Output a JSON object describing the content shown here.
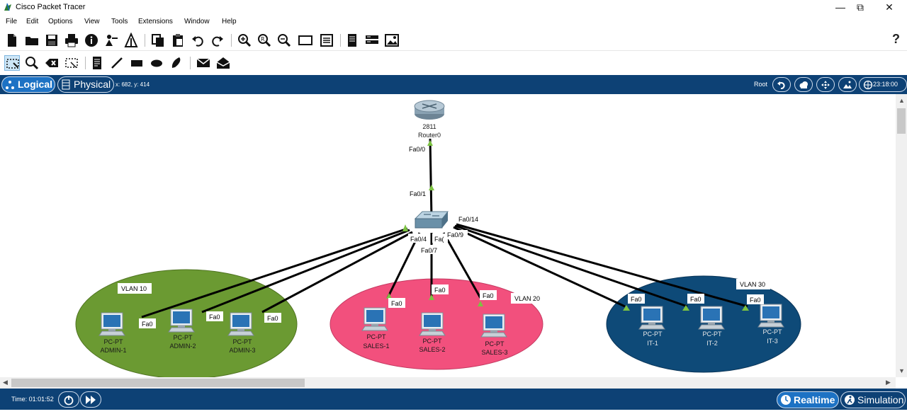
{
  "window": {
    "title": "Cisco Packet Tracer",
    "minimize": "—",
    "restore": "⧉",
    "close": "✕"
  },
  "menu": [
    "File",
    "Edit",
    "Options",
    "View",
    "Tools",
    "Extensions",
    "Window",
    "Help"
  ],
  "toolbar": {
    "help": "?"
  },
  "viewbar": {
    "logical_label": "Logical",
    "physical_label": "Physical",
    "coords": "x: 682, y: 414",
    "root_label": "Root",
    "clock": "23:18:00"
  },
  "topology": {
    "router": {
      "model": "2811",
      "name": "Router0"
    },
    "router_port": "Fa0/0",
    "switch_uplink_port": "Fa0/1",
    "switch_ports": [
      "Fa0/14",
      "Fa0/4",
      "Fa0/9",
      "Fa0/7",
      "Fa("
    ],
    "vlans": [
      {
        "label": "VLAN 10",
        "color": "#6b9a32",
        "pcs": [
          {
            "type": "PC-PT",
            "name": "ADMIN-1",
            "port": "Fa0"
          },
          {
            "type": "PC-PT",
            "name": "ADMIN-2",
            "port": "Fa0"
          },
          {
            "type": "PC-PT",
            "name": "ADMIN-3",
            "port": "Fa0"
          }
        ]
      },
      {
        "label": "VLAN 20",
        "color": "#f2507d",
        "pcs": [
          {
            "type": "PC-PT",
            "name": "SALES-1",
            "port": "Fa0"
          },
          {
            "type": "PC-PT",
            "name": "SALES-2",
            "port": "Fa0"
          },
          {
            "type": "PC-PT",
            "name": "SALES-3",
            "port": "Fa0"
          }
        ]
      },
      {
        "label": "VLAN 30",
        "color": "#0e4a78",
        "pcs": [
          {
            "type": "PC-PT",
            "name": "IT-1",
            "port": "Fa0"
          },
          {
            "type": "PC-PT",
            "name": "IT-2",
            "port": "Fa0"
          },
          {
            "type": "PC-PT",
            "name": "IT-3",
            "port": "Fa0"
          }
        ]
      }
    ]
  },
  "status": {
    "time": "Time: 01:01:52",
    "realtime_label": "Realtime",
    "simulation_label": "Simulation"
  },
  "colors": {
    "chrome_blue": "#0d4175",
    "active_blue": "#1d72c4",
    "link": "#000000",
    "port_led": "#7cc242"
  }
}
